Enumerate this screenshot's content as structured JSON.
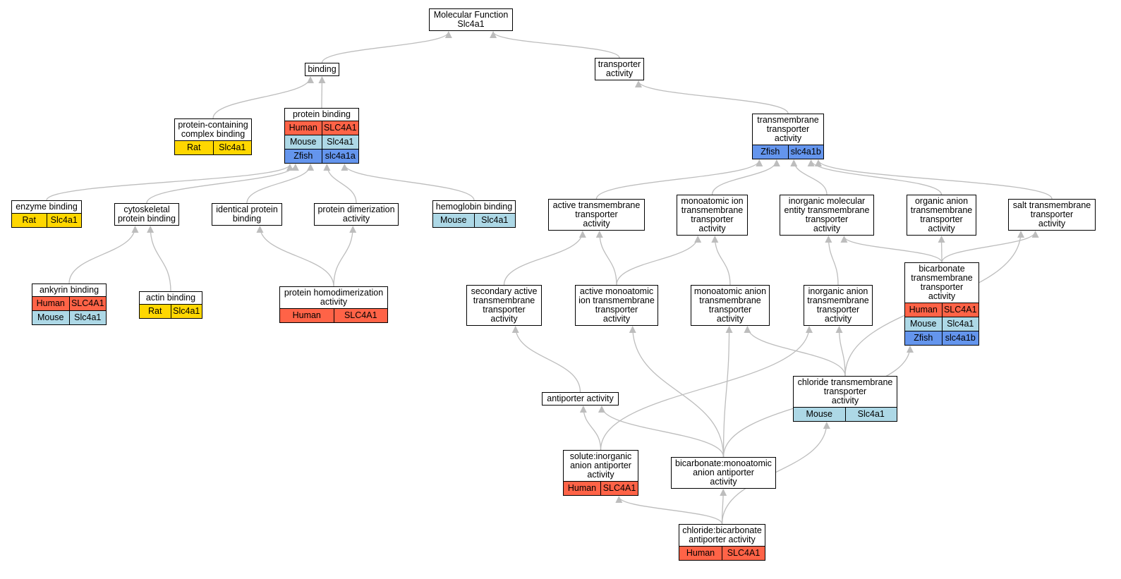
{
  "diagram": {
    "colors": {
      "Human": "#ff6347",
      "Mouse": "#add8e6",
      "Rat": "#ffd700",
      "Zfish": "#6495ed",
      "edge": "#bdbdbd"
    },
    "nodes": [
      {
        "id": "mf",
        "label": "Molecular Function\nSlc4a1",
        "rows": []
      },
      {
        "id": "binding",
        "label": "binding",
        "rows": []
      },
      {
        "id": "transporter",
        "label": "transporter\nactivity",
        "rows": []
      },
      {
        "id": "pcb",
        "label": "protein-containing\ncomplex binding",
        "rows": [
          {
            "species": "Rat",
            "gene": "Slc4a1"
          }
        ]
      },
      {
        "id": "pb",
        "label": "protein binding",
        "rows": [
          {
            "species": "Human",
            "gene": "SLC4A1"
          },
          {
            "species": "Mouse",
            "gene": "Slc4a1"
          },
          {
            "species": "Zfish",
            "gene": "slc4a1a"
          }
        ]
      },
      {
        "id": "tmt",
        "label": "transmembrane\ntransporter\nactivity",
        "rows": [
          {
            "species": "Zfish",
            "gene": "slc4a1b"
          }
        ]
      },
      {
        "id": "enz",
        "label": "enzyme binding",
        "rows": [
          {
            "species": "Rat",
            "gene": "Slc4a1"
          }
        ]
      },
      {
        "id": "cyto",
        "label": "cytoskeletal\nprotein binding",
        "rows": []
      },
      {
        "id": "ident",
        "label": "identical protein\nbinding",
        "rows": []
      },
      {
        "id": "dimer",
        "label": "protein dimerization\nactivity",
        "rows": []
      },
      {
        "id": "hemo",
        "label": "hemoglobin binding",
        "rows": [
          {
            "species": "Mouse",
            "gene": "Slc4a1"
          }
        ]
      },
      {
        "id": "ankyrin",
        "label": "ankyrin binding",
        "rows": [
          {
            "species": "Human",
            "gene": "SLC4A1"
          },
          {
            "species": "Mouse",
            "gene": "Slc4a1"
          }
        ]
      },
      {
        "id": "actin",
        "label": "actin binding",
        "rows": [
          {
            "species": "Rat",
            "gene": "Slc4a1"
          }
        ]
      },
      {
        "id": "homodimer",
        "label": "protein homodimerization\nactivity",
        "rows": [
          {
            "species": "Human",
            "gene": "SLC4A1"
          }
        ]
      },
      {
        "id": "active",
        "label": "active transmembrane\ntransporter\nactivity",
        "rows": []
      },
      {
        "id": "monoion",
        "label": "monoatomic ion\ntransmembrane\ntransporter\nactivity",
        "rows": []
      },
      {
        "id": "inorgmol",
        "label": "inorganic molecular\nentity transmembrane\ntransporter\nactivity",
        "rows": []
      },
      {
        "id": "organion",
        "label": "organic anion\ntransmembrane\ntransporter\nactivity",
        "rows": []
      },
      {
        "id": "salt",
        "label": "salt transmembrane\ntransporter\nactivity",
        "rows": []
      },
      {
        "id": "bicarb",
        "label": "bicarbonate\ntransmembrane\ntransporter\nactivity",
        "rows": [
          {
            "species": "Human",
            "gene": "SLC4A1"
          },
          {
            "species": "Mouse",
            "gene": "Slc4a1"
          },
          {
            "species": "Zfish",
            "gene": "slc4a1b"
          }
        ]
      },
      {
        "id": "secondary",
        "label": "secondary active\ntransmembrane\ntransporter\nactivity",
        "rows": []
      },
      {
        "id": "activemono",
        "label": "active monoatomic\nion transmembrane\ntransporter\nactivity",
        "rows": []
      },
      {
        "id": "monoanion",
        "label": "monoatomic anion\ntransmembrane\ntransporter\nactivity",
        "rows": []
      },
      {
        "id": "inorganion",
        "label": "inorganic anion\ntransmembrane\ntransporter\nactivity",
        "rows": []
      },
      {
        "id": "chloride",
        "label": "chloride transmembrane\ntransporter\nactivity",
        "rows": [
          {
            "species": "Mouse",
            "gene": "Slc4a1"
          }
        ]
      },
      {
        "id": "antiporter",
        "label": "antiporter activity",
        "rows": []
      },
      {
        "id": "solute",
        "label": "solute:inorganic\nanion antiporter\nactivity",
        "rows": [
          {
            "species": "Human",
            "gene": "SLC4A1"
          }
        ]
      },
      {
        "id": "bicmono",
        "label": "bicarbonate:monoatomic\nanion antiporter\nactivity",
        "rows": []
      },
      {
        "id": "clbic",
        "label": "chloride:bicarbonate\nantiporter activity",
        "rows": [
          {
            "species": "Human",
            "gene": "SLC4A1"
          }
        ]
      }
    ],
    "edges": [
      [
        "binding",
        "mf"
      ],
      [
        "transporter",
        "mf"
      ],
      [
        "pcb",
        "binding"
      ],
      [
        "pb",
        "binding"
      ],
      [
        "tmt",
        "transporter"
      ],
      [
        "enz",
        "pb"
      ],
      [
        "cyto",
        "pb"
      ],
      [
        "ident",
        "pb"
      ],
      [
        "dimer",
        "pb"
      ],
      [
        "hemo",
        "pb"
      ],
      [
        "ankyrin",
        "cyto"
      ],
      [
        "actin",
        "cyto"
      ],
      [
        "homodimer",
        "ident"
      ],
      [
        "homodimer",
        "dimer"
      ],
      [
        "active",
        "tmt"
      ],
      [
        "monoion",
        "tmt"
      ],
      [
        "inorgmol",
        "tmt"
      ],
      [
        "organion",
        "tmt"
      ],
      [
        "salt",
        "tmt"
      ],
      [
        "bicarb",
        "organion"
      ],
      [
        "bicarb",
        "inorgmol"
      ],
      [
        "bicarb",
        "salt"
      ],
      [
        "secondary",
        "active"
      ],
      [
        "activemono",
        "active"
      ],
      [
        "activemono",
        "monoion"
      ],
      [
        "monoanion",
        "monoion"
      ],
      [
        "inorganion",
        "inorgmol"
      ],
      [
        "antiporter",
        "secondary"
      ],
      [
        "chloride",
        "inorganion"
      ],
      [
        "chloride",
        "monoanion"
      ],
      [
        "chloride",
        "salt"
      ],
      [
        "solute",
        "antiporter"
      ],
      [
        "solute",
        "inorganion"
      ],
      [
        "bicmono",
        "antiporter"
      ],
      [
        "bicmono",
        "activemono"
      ],
      [
        "bicmono",
        "monoanion"
      ],
      [
        "bicmono",
        "bicarb"
      ],
      [
        "clbic",
        "solute"
      ],
      [
        "clbic",
        "bicmono"
      ],
      [
        "clbic",
        "chloride"
      ]
    ]
  }
}
